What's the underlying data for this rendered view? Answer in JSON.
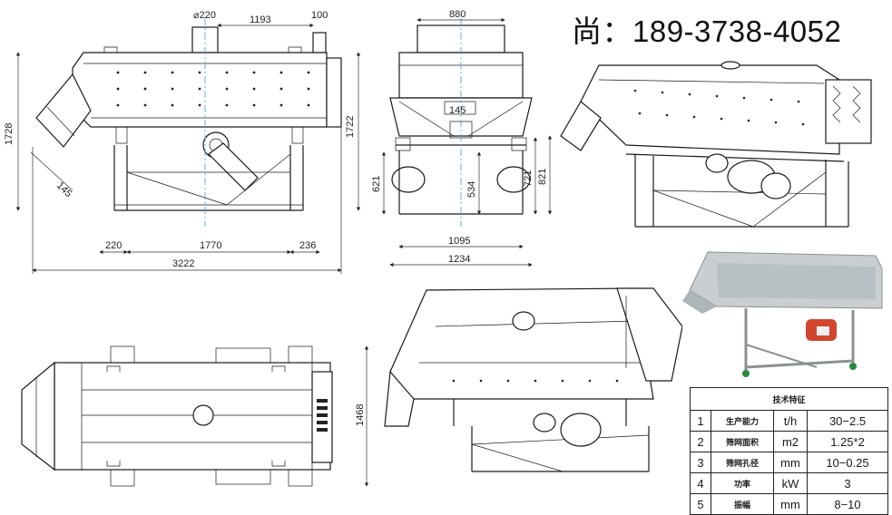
{
  "contact": {
    "text": "尚：189-3738-4052"
  },
  "side_view_dims": {
    "d220": "⌀220",
    "d1193": "1193",
    "d100": "100",
    "d1728": "1728",
    "d1722": "1722",
    "d145": "145",
    "d220b": "220",
    "d1770": "1770",
    "d236": "236",
    "d3222": "3222"
  },
  "end_view_dims": {
    "d880": "880",
    "d145": "145",
    "d621": "621",
    "d534": "534",
    "d721": "721",
    "d821": "821",
    "d1095": "1095",
    "d1234": "1234"
  },
  "top_view_dims": {
    "d1468": "1468"
  },
  "spec_table": {
    "title": "技术特征",
    "rows": [
      {
        "no": "1",
        "name": "生产能力",
        "unit": "t/h",
        "value": "30−2.5"
      },
      {
        "no": "2",
        "name": "筛网面积",
        "unit": "m2",
        "value": "1.25*2"
      },
      {
        "no": "3",
        "name": "筛网孔径",
        "unit": "mm",
        "value": "10−0.25"
      },
      {
        "no": "4",
        "name": "功率",
        "unit": "kW",
        "value": "3"
      },
      {
        "no": "5",
        "name": "振幅",
        "unit": "mm",
        "value": "8−10"
      }
    ]
  },
  "colors": {
    "line": "#1a1a1a",
    "center_line": "#58a6c9",
    "photo_body": "#c9cfd1",
    "photo_motor": "#d2452e",
    "photo_wheel": "#2a8a3e"
  }
}
